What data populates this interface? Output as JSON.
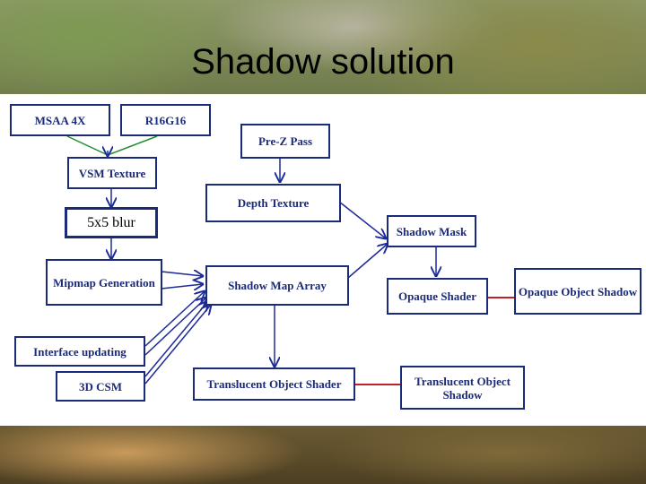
{
  "slide": {
    "title": "Shadow solution"
  },
  "diagram": {
    "nodes": {
      "msaa": "MSAA 4X",
      "r16g16": "R16G16",
      "vsm_texture": "VSM Texture",
      "blur": "5x5 blur",
      "mipmap": "Mipmap Generation",
      "interface": "Interface updating",
      "csm": "3D CSM",
      "prez": "Pre-Z Pass",
      "depth_texture": "Depth Texture",
      "shadow_map_array": "Shadow Map Array",
      "translucent_shader": "Translucent Object Shader",
      "shadow_mask": "Shadow Mask",
      "opaque_shader": "Opaque Shader",
      "opaque_shadow": "Opaque Object Shadow",
      "translucent_shadow": "Translucent Object Shadow"
    },
    "colors": {
      "box_border": "#1c2a7a",
      "arrow": "#1c2a9a",
      "green_link": "#1f8f2a",
      "red_link": "#c0202a"
    }
  }
}
